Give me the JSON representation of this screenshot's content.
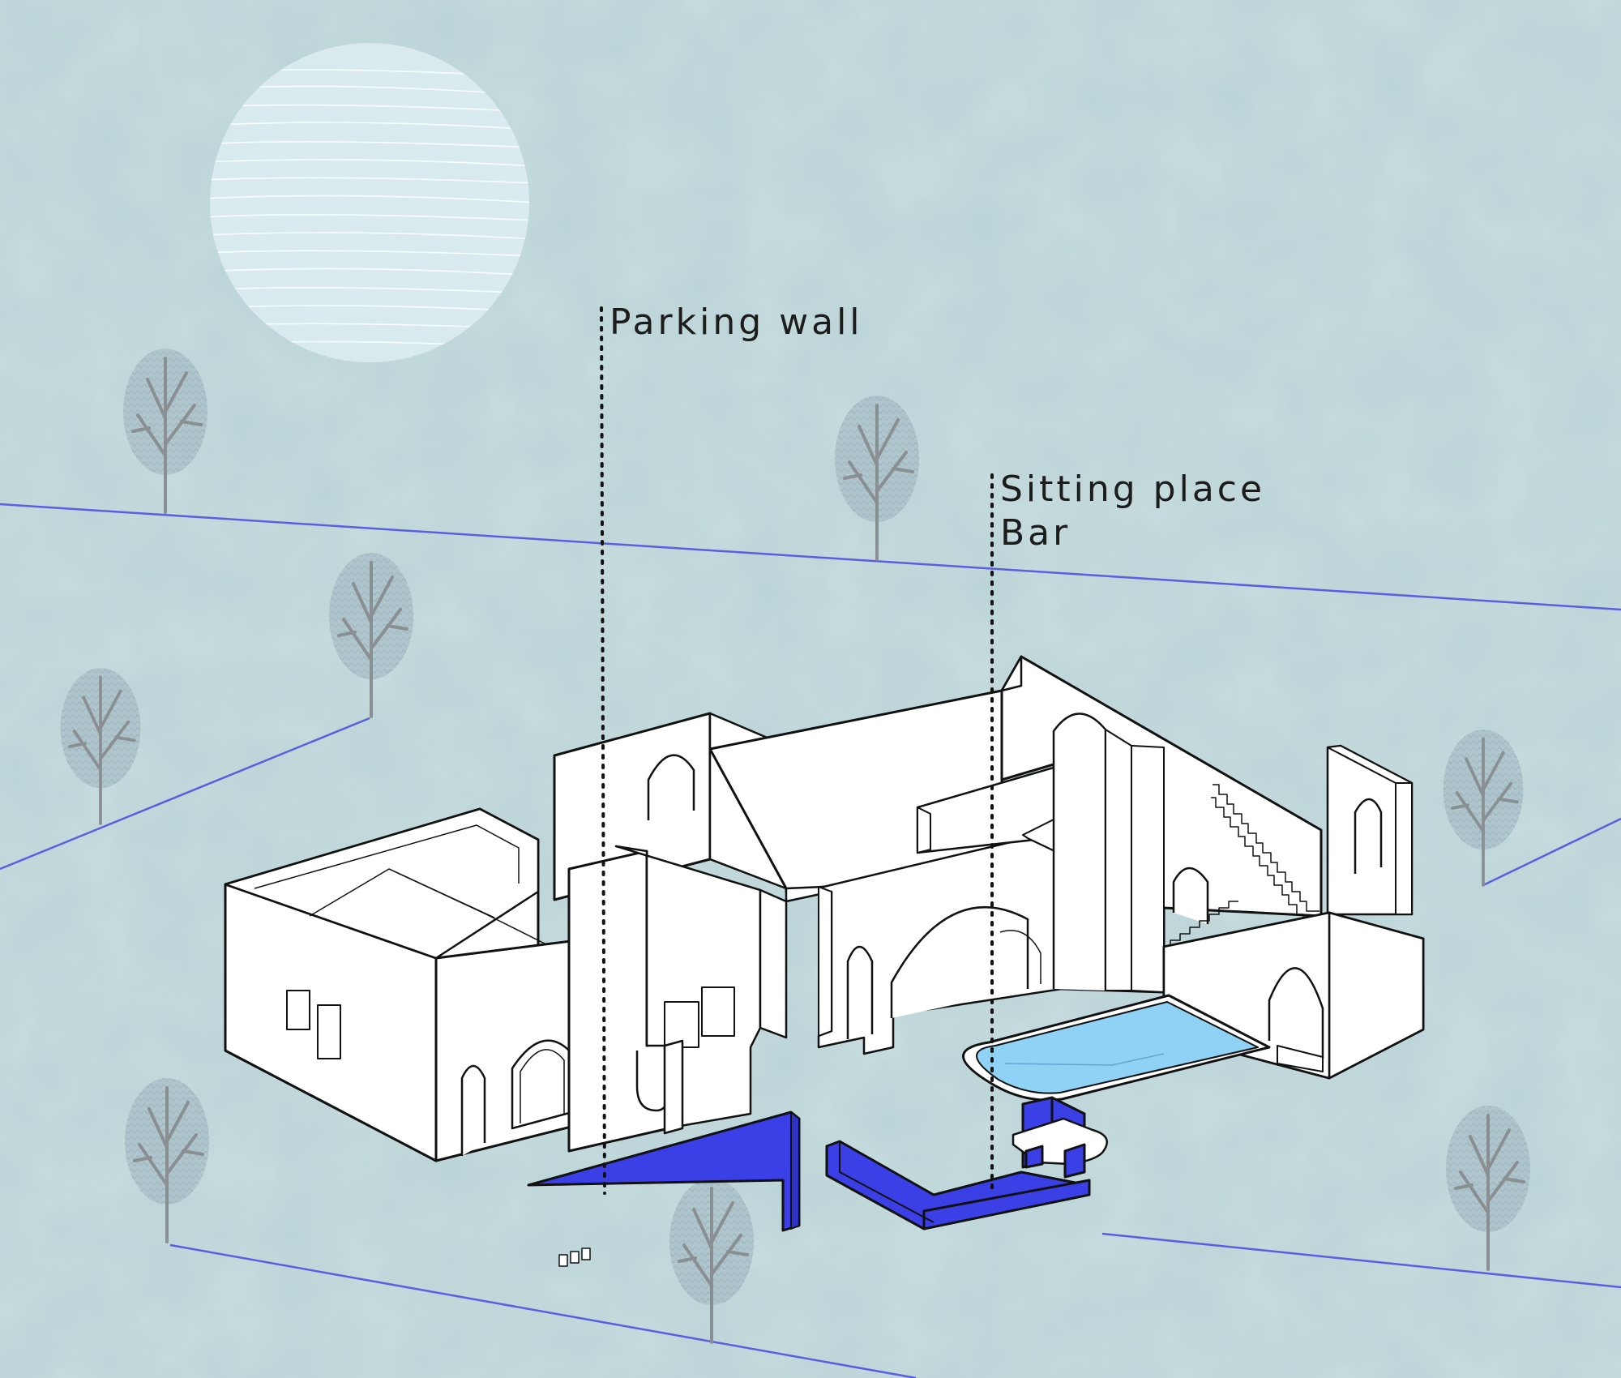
{
  "labels": {
    "parking_wall": "Parking wall",
    "sitting_place": "Sitting place",
    "bar": "Bar"
  },
  "colors": {
    "background": "#b9d3d6",
    "ground_line": "#5a5ee0",
    "wall_white": "#ffffff",
    "wall_outline": "#111111",
    "accent_blue": "#3b3fe6",
    "pool_water": "#8fd2f5",
    "tree_trunk": "#8a8f92",
    "tree_canopy": "#9fb6c0"
  },
  "icons": [
    "moon-icon",
    "tree-icon"
  ]
}
